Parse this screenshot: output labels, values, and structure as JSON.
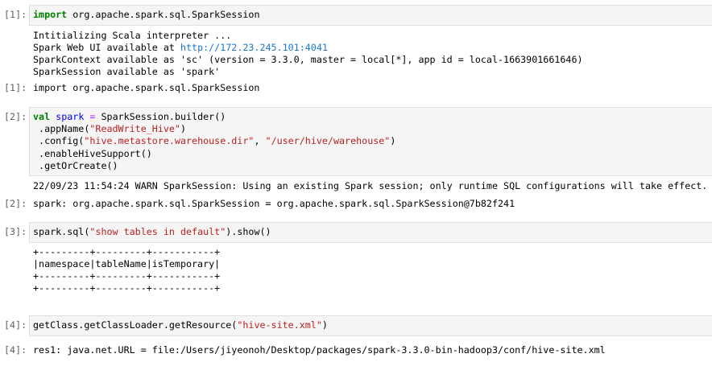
{
  "cells": [
    {
      "in_prompt": "[1]:",
      "code": {
        "kw": "import",
        "rest": " org.apache.spark.sql.SparkSession"
      },
      "stdout": [
        "Intitializing Scala interpreter ...",
        "Spark Web UI available at ",
        "SparkContext available as 'sc' (version = 3.3.0, master = local[*], app id = local-1663901661646)",
        "SparkSession available as 'spark'"
      ],
      "link": "http://172.23.245.101:4041",
      "out_prompt": "[1]:",
      "result": "import org.apache.spark.sql.SparkSession"
    },
    {
      "in_prompt": "[2]:",
      "code": {
        "kw": "val",
        "var": "spark",
        "op": "=",
        "l1_rest": " SparkSession.builder()",
        "l2_a": " .appName(",
        "l2_s": "\"ReadWrite_Hive\"",
        "l2_b": ")",
        "l3_a": " .config(",
        "l3_s1": "\"hive.metastore.warehouse.dir\"",
        "l3_c": ", ",
        "l3_s2": "\"/user/hive/warehouse\"",
        "l3_b": ")",
        "l4": " .enableHiveSupport()",
        "l5": " .getOrCreate()"
      },
      "stderr": "22/09/23 11:54:24 WARN SparkSession: Using an existing Spark session; only runtime SQL configurations will take effect.",
      "out_prompt": "[2]:",
      "result": "spark: org.apache.spark.sql.SparkSession = org.apache.spark.sql.SparkSession@7b82f241"
    },
    {
      "in_prompt": "[3]:",
      "code": {
        "a": "spark.sql(",
        "s": "\"show tables in default\"",
        "b": ").show()"
      },
      "table": [
        "+---------+---------+-----------+",
        "|namespace|tableName|isTemporary|",
        "+---------+---------+-----------+",
        "+---------+---------+-----------+"
      ]
    },
    {
      "in_prompt": "[4]:",
      "code": {
        "a": "getClass.getClassLoader.getResource(",
        "s": "\"hive-site.xml\"",
        "b": ")"
      },
      "out_prompt": "[4]:",
      "result": "res1: java.net.URL = file:/Users/jiyeonoh/Desktop/packages/spark-3.3.0-bin-hadoop3/conf/hive-site.xml"
    }
  ]
}
